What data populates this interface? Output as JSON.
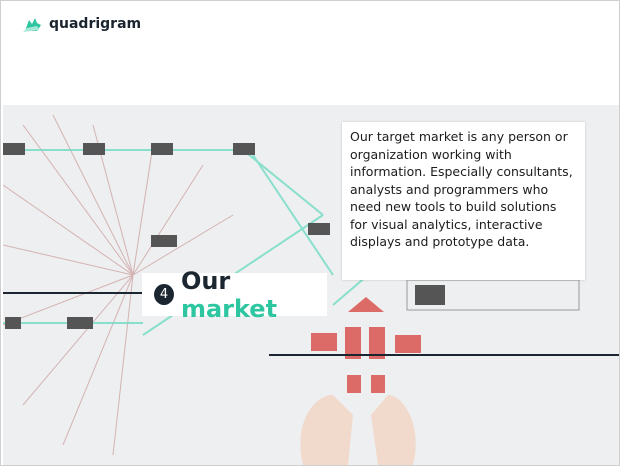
{
  "brand": {
    "name": "quadrigram",
    "accent": "#2ec6a0",
    "dark": "#1b2630"
  },
  "slide": {
    "number": "4",
    "title_part1": "Our",
    "title_part2": "market",
    "body": "Our target market is any person or organization working with information. Especially consultants, analysts and programmers who need new tools to build solutions for visual analytics, interactive displays and prototype data."
  }
}
